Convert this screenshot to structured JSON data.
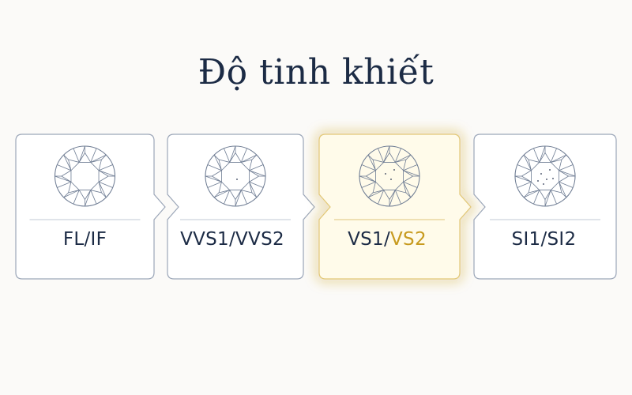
{
  "title": "Độ tinh khiết",
  "grades": [
    {
      "label_a": "FL/IF",
      "label_b": "",
      "inclusions": 0,
      "highlighted": false
    },
    {
      "label_a": "VVS1/VVS2",
      "label_b": "",
      "inclusions": 1,
      "highlighted": false
    },
    {
      "label_a": "VS1/",
      "label_b": "VS2",
      "inclusions": 3,
      "highlighted": true
    },
    {
      "label_a": "SI1/SI2",
      "label_b": "",
      "inclusions": 6,
      "highlighted": false
    }
  ],
  "colors": {
    "text": "#1c2b45",
    "border": "#9ba6b8",
    "highlight": "#c79a1e",
    "highlight_bg": "#fffbea"
  }
}
